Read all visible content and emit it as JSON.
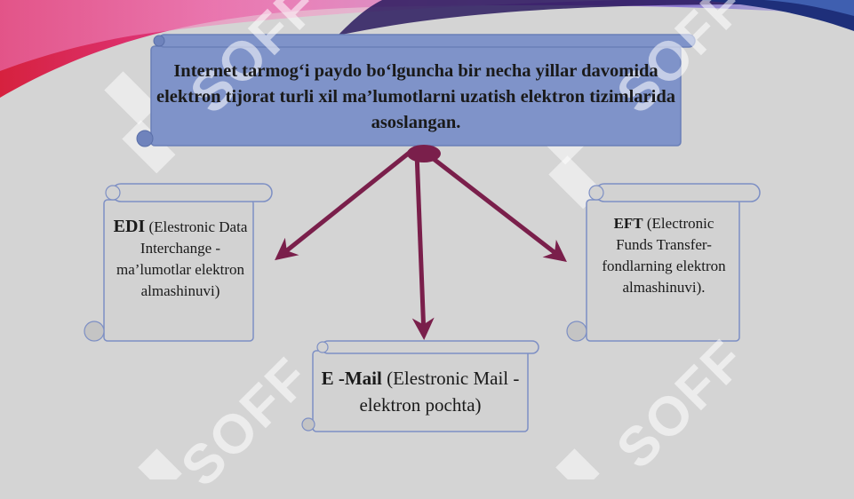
{
  "title_box": {
    "text": "Internet tarmog‘i paydo bo‘lguncha bir necha yillar davomida elektron tijorat turli xil ma’lumotlarni uzatish elektron tizimlarida asoslangan."
  },
  "boxes": {
    "edi": {
      "term": "EDI",
      "description": "(Elestronic Data Interchange - ma’lumotlar elektron almashinuvi)"
    },
    "eft": {
      "term": "EFT",
      "description": "(Electronic Funds Transfer- fondlarning elektron almashinuvi)."
    },
    "email": {
      "term": "E -Mail",
      "description": "(Elestronic Mail - elektron pochta)"
    }
  },
  "watermark": {
    "text": "SOFF"
  },
  "colors": {
    "background": "#d4d4d4",
    "title_fill": "#7f93c9",
    "scroll_fill": "#d2d2d2",
    "scroll_stroke": "#7d8fc4",
    "arrow": "#7a1f4b",
    "banner_pink": "#e0307a",
    "banner_purple": "#3a1a6e",
    "banner_blue": "#2a3d8f"
  }
}
